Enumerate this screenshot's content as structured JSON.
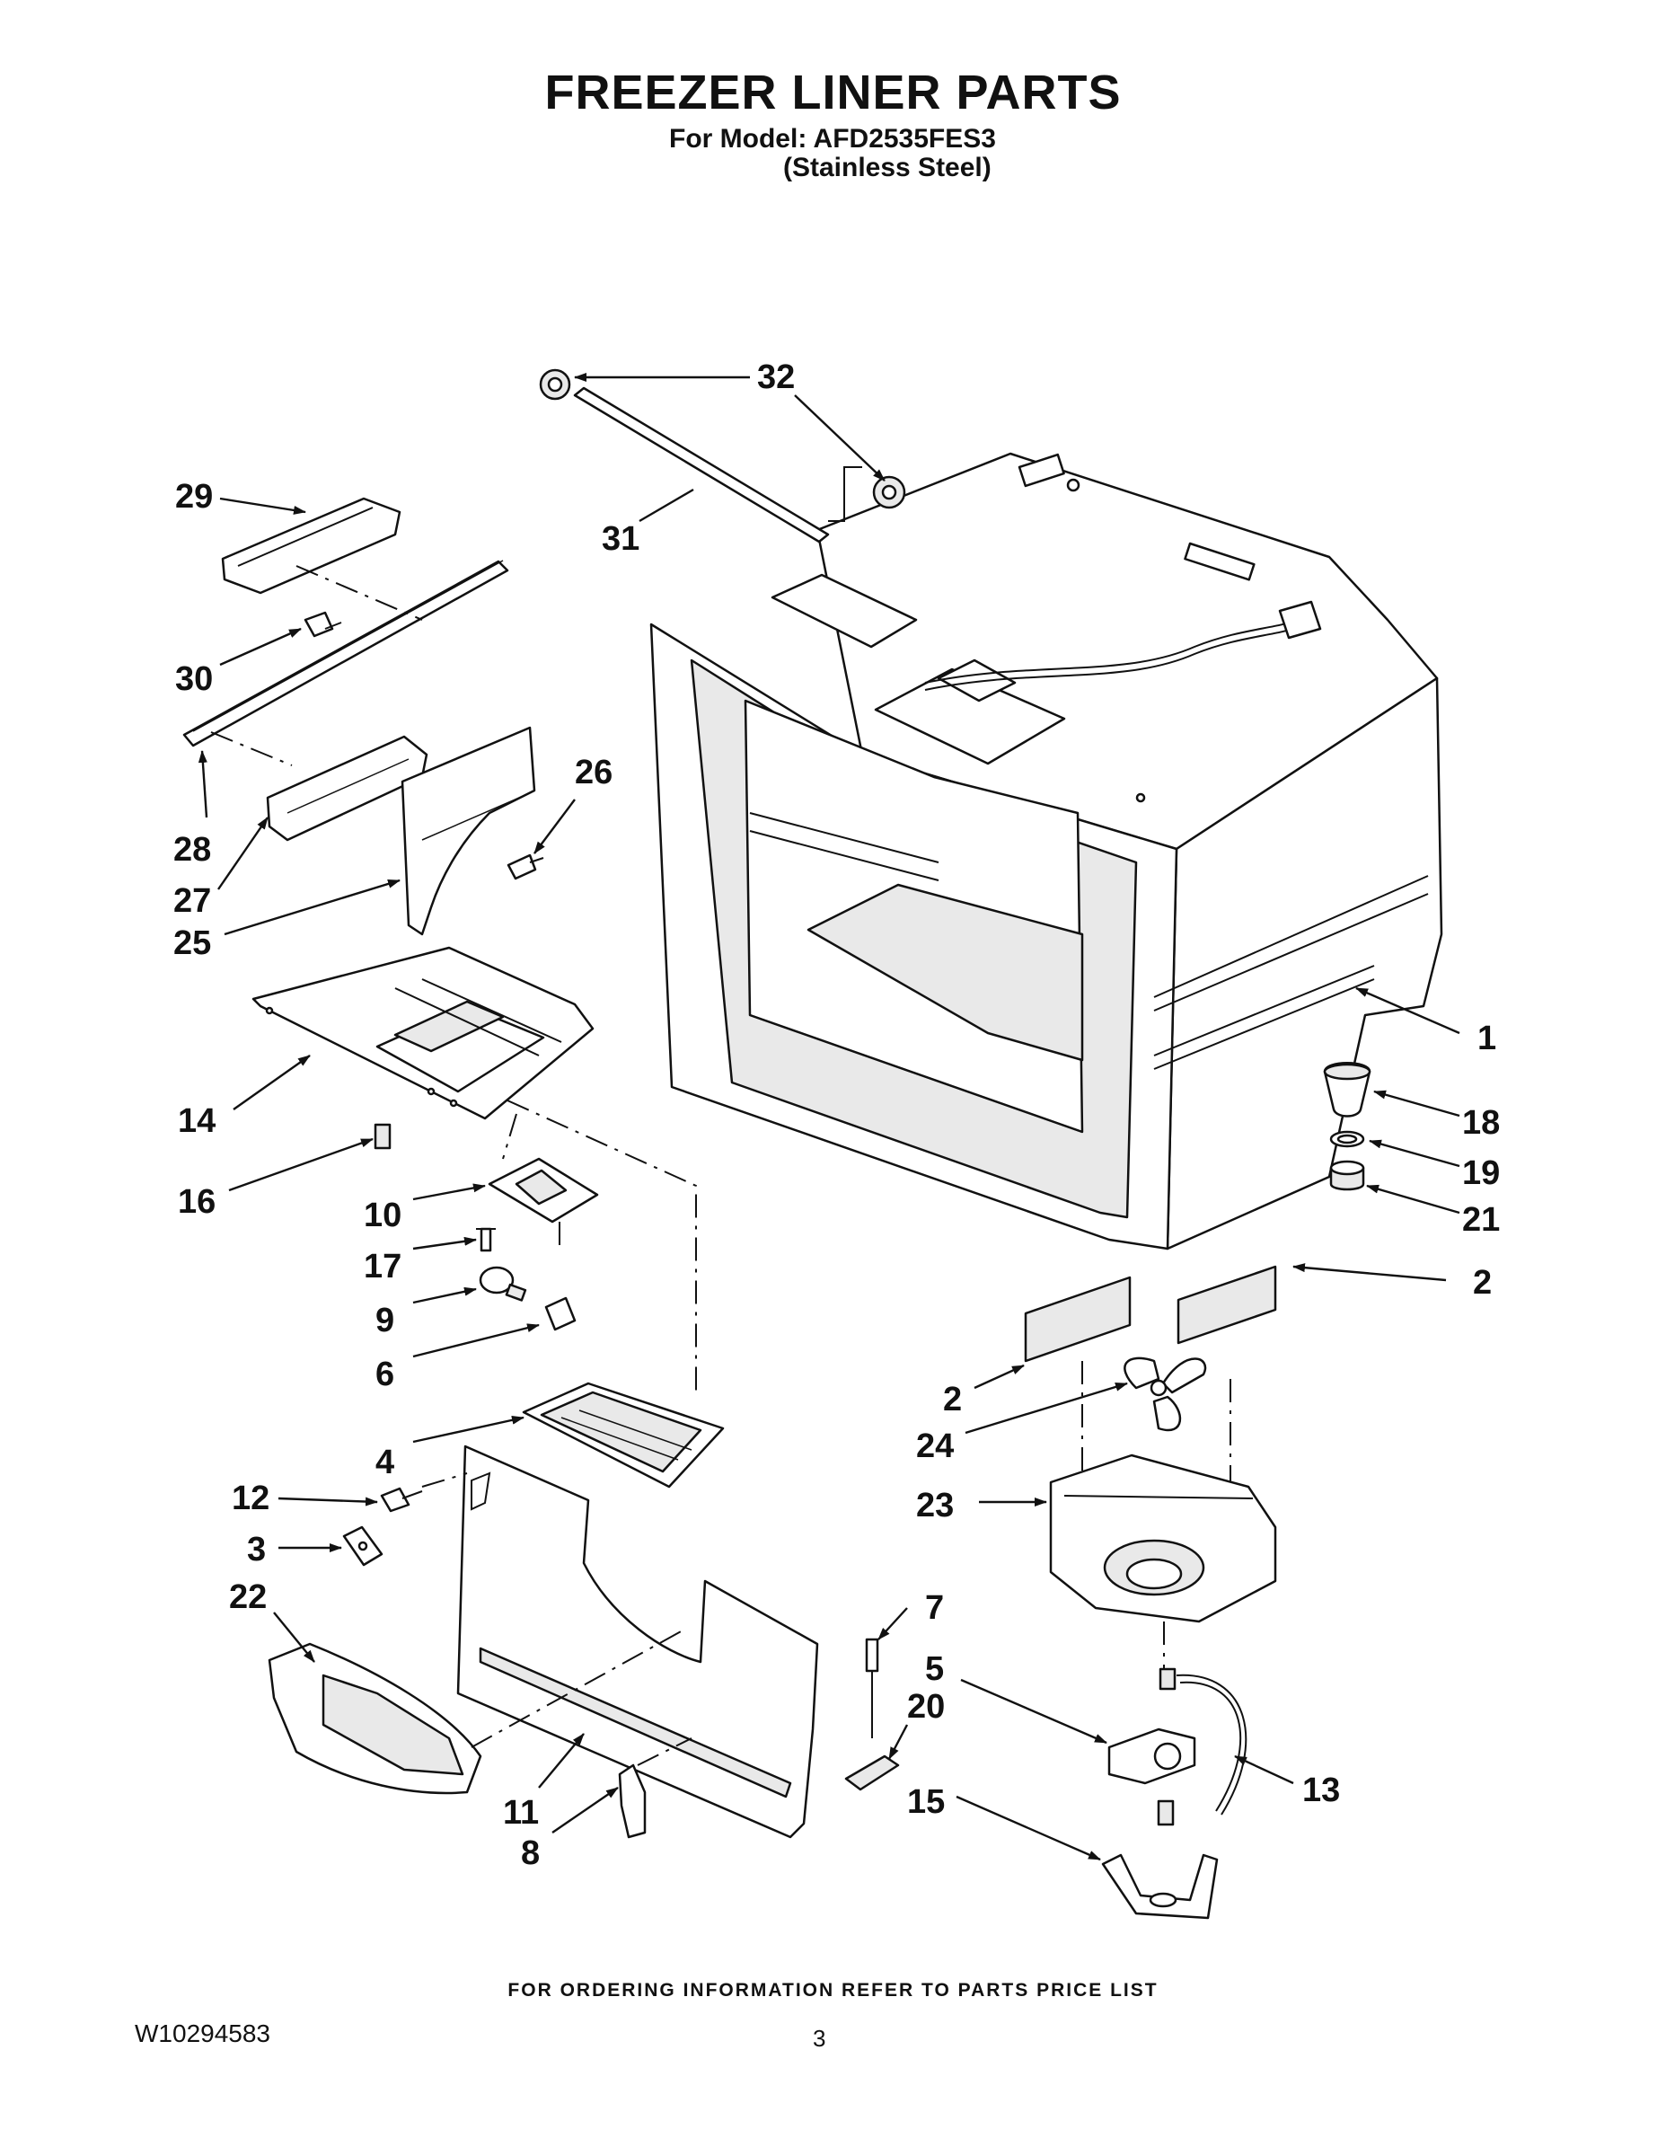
{
  "header": {
    "title": "FREEZER LINER PARTS",
    "model_line": "For Model: AFD2535FES3",
    "finish_line": "(Stainless Steel)"
  },
  "footer": {
    "ordering_note": "FOR ORDERING INFORMATION REFER TO PARTS PRICE LIST",
    "document_number": "W10294583",
    "page_number": "3"
  },
  "callouts": [
    {
      "id": "c32",
      "label": "32"
    },
    {
      "id": "c31",
      "label": "31"
    },
    {
      "id": "c29",
      "label": "29"
    },
    {
      "id": "c30",
      "label": "30"
    },
    {
      "id": "c28",
      "label": "28"
    },
    {
      "id": "c27",
      "label": "27"
    },
    {
      "id": "c26",
      "label": "26"
    },
    {
      "id": "c25",
      "label": "25"
    },
    {
      "id": "c14",
      "label": "14"
    },
    {
      "id": "c16",
      "label": "16"
    },
    {
      "id": "c10",
      "label": "10"
    },
    {
      "id": "c17",
      "label": "17"
    },
    {
      "id": "c9",
      "label": "9"
    },
    {
      "id": "c6",
      "label": "6"
    },
    {
      "id": "c4",
      "label": "4"
    },
    {
      "id": "c12",
      "label": "12"
    },
    {
      "id": "c3",
      "label": "3"
    },
    {
      "id": "c22",
      "label": "22"
    },
    {
      "id": "c11",
      "label": "11"
    },
    {
      "id": "c8",
      "label": "8"
    },
    {
      "id": "c7",
      "label": "7"
    },
    {
      "id": "c20",
      "label": "20"
    },
    {
      "id": "c5",
      "label": "5"
    },
    {
      "id": "c15",
      "label": "15"
    },
    {
      "id": "c13",
      "label": "13"
    },
    {
      "id": "c23",
      "label": "23"
    },
    {
      "id": "c24",
      "label": "24"
    },
    {
      "id": "c2a",
      "label": "2"
    },
    {
      "id": "c2b",
      "label": "2"
    },
    {
      "id": "c1",
      "label": "1"
    },
    {
      "id": "c18",
      "label": "18"
    },
    {
      "id": "c19",
      "label": "19"
    },
    {
      "id": "c21",
      "label": "21"
    }
  ]
}
